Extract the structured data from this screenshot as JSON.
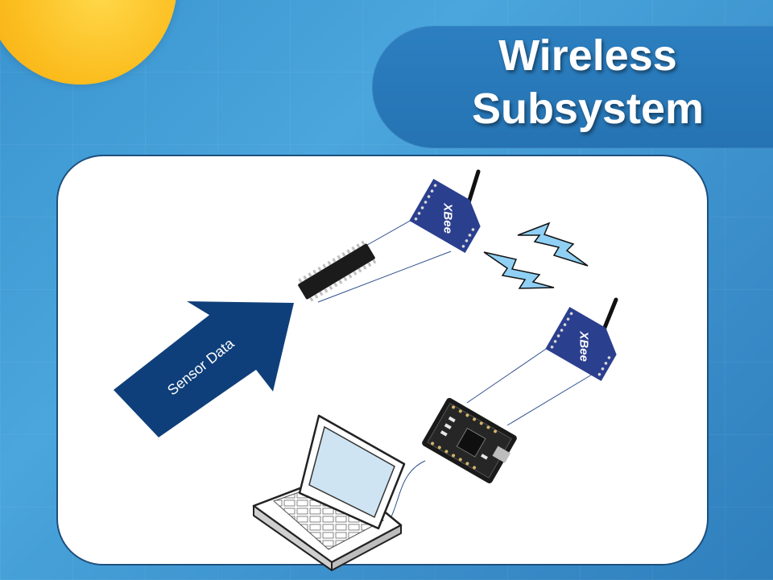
{
  "slide": {
    "title_line1": "Wireless",
    "title_line2": "Subsystem"
  },
  "diagram": {
    "arrow_label": "Sensor Data",
    "xbee_label": "XBee"
  },
  "colors": {
    "arrow": "#0f3f7a",
    "bolt": "#8fd0f4",
    "xbee_board": "#2b3f8f",
    "title_panel": "#2573b3",
    "sun": "#fbbd1e"
  },
  "icons": [
    "sun-decoration",
    "microcontroller-chip-icon",
    "xbee-module-icon",
    "lightning-bolt-icon",
    "usb-adapter-board-icon",
    "laptop-icon",
    "arrow-icon"
  ]
}
